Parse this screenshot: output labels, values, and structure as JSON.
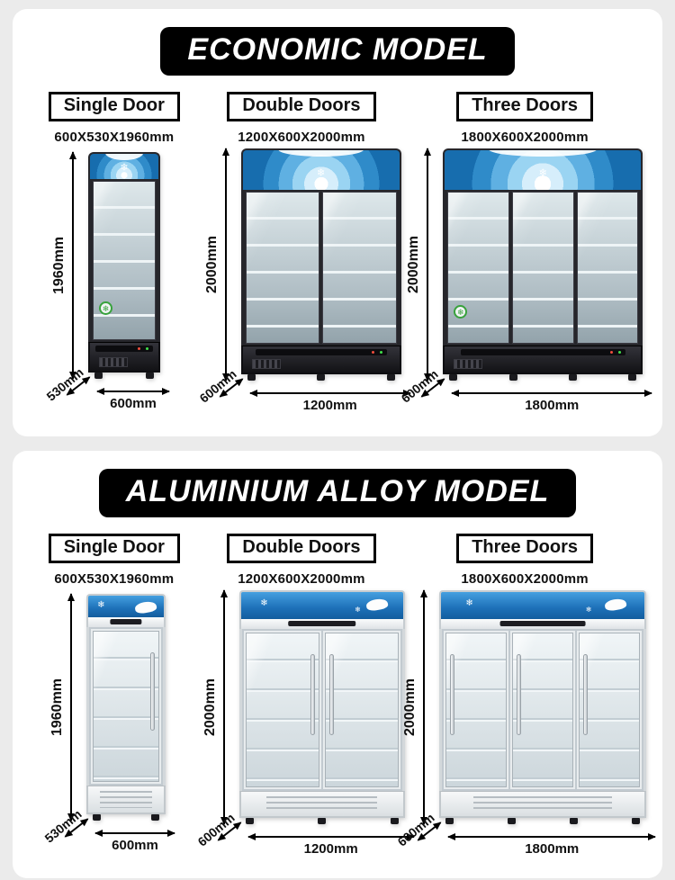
{
  "page": {
    "background": "#ebebeb",
    "card_background": "#ffffff"
  },
  "colors": {
    "banner_bg": "#000000",
    "banner_text": "#ffffff",
    "eco_canopy_blue": "#2f8bc9",
    "alu_canopy_blue": "#1d70b8",
    "arrow": "#000000",
    "sticker_green": "#38a23c"
  },
  "icons": {
    "snowflake": "❄"
  },
  "sections": [
    {
      "title": "ECONOMIC MODEL",
      "model_type": "economic",
      "products": [
        {
          "name": "Single Door",
          "size": "600X530X1960mm",
          "height": "1960mm",
          "depth": "530mm",
          "width": "600mm",
          "doors": 1
        },
        {
          "name": "Double Doors",
          "size": "1200X600X2000mm",
          "height": "2000mm",
          "depth": "600mm",
          "width": "1200mm",
          "doors": 2
        },
        {
          "name": "Three Doors",
          "size": "1800X600X2000mm",
          "height": "2000mm",
          "depth": "600mm",
          "width": "1800mm",
          "doors": 3
        }
      ]
    },
    {
      "title": "ALUMINIUM ALLOY MODEL",
      "model_type": "aluminium",
      "products": [
        {
          "name": "Single Door",
          "size": "600X530X1960mm",
          "height": "1960mm",
          "depth": "530mm",
          "width": "600mm",
          "doors": 1
        },
        {
          "name": "Double Doors",
          "size": "1200X600X2000mm",
          "height": "2000mm",
          "depth": "600mm",
          "width": "1200mm",
          "doors": 2
        },
        {
          "name": "Three Doors",
          "size": "1800X600X2000mm",
          "height": "2000mm",
          "depth": "600mm",
          "width": "1800mm",
          "doors": 3
        }
      ]
    }
  ]
}
